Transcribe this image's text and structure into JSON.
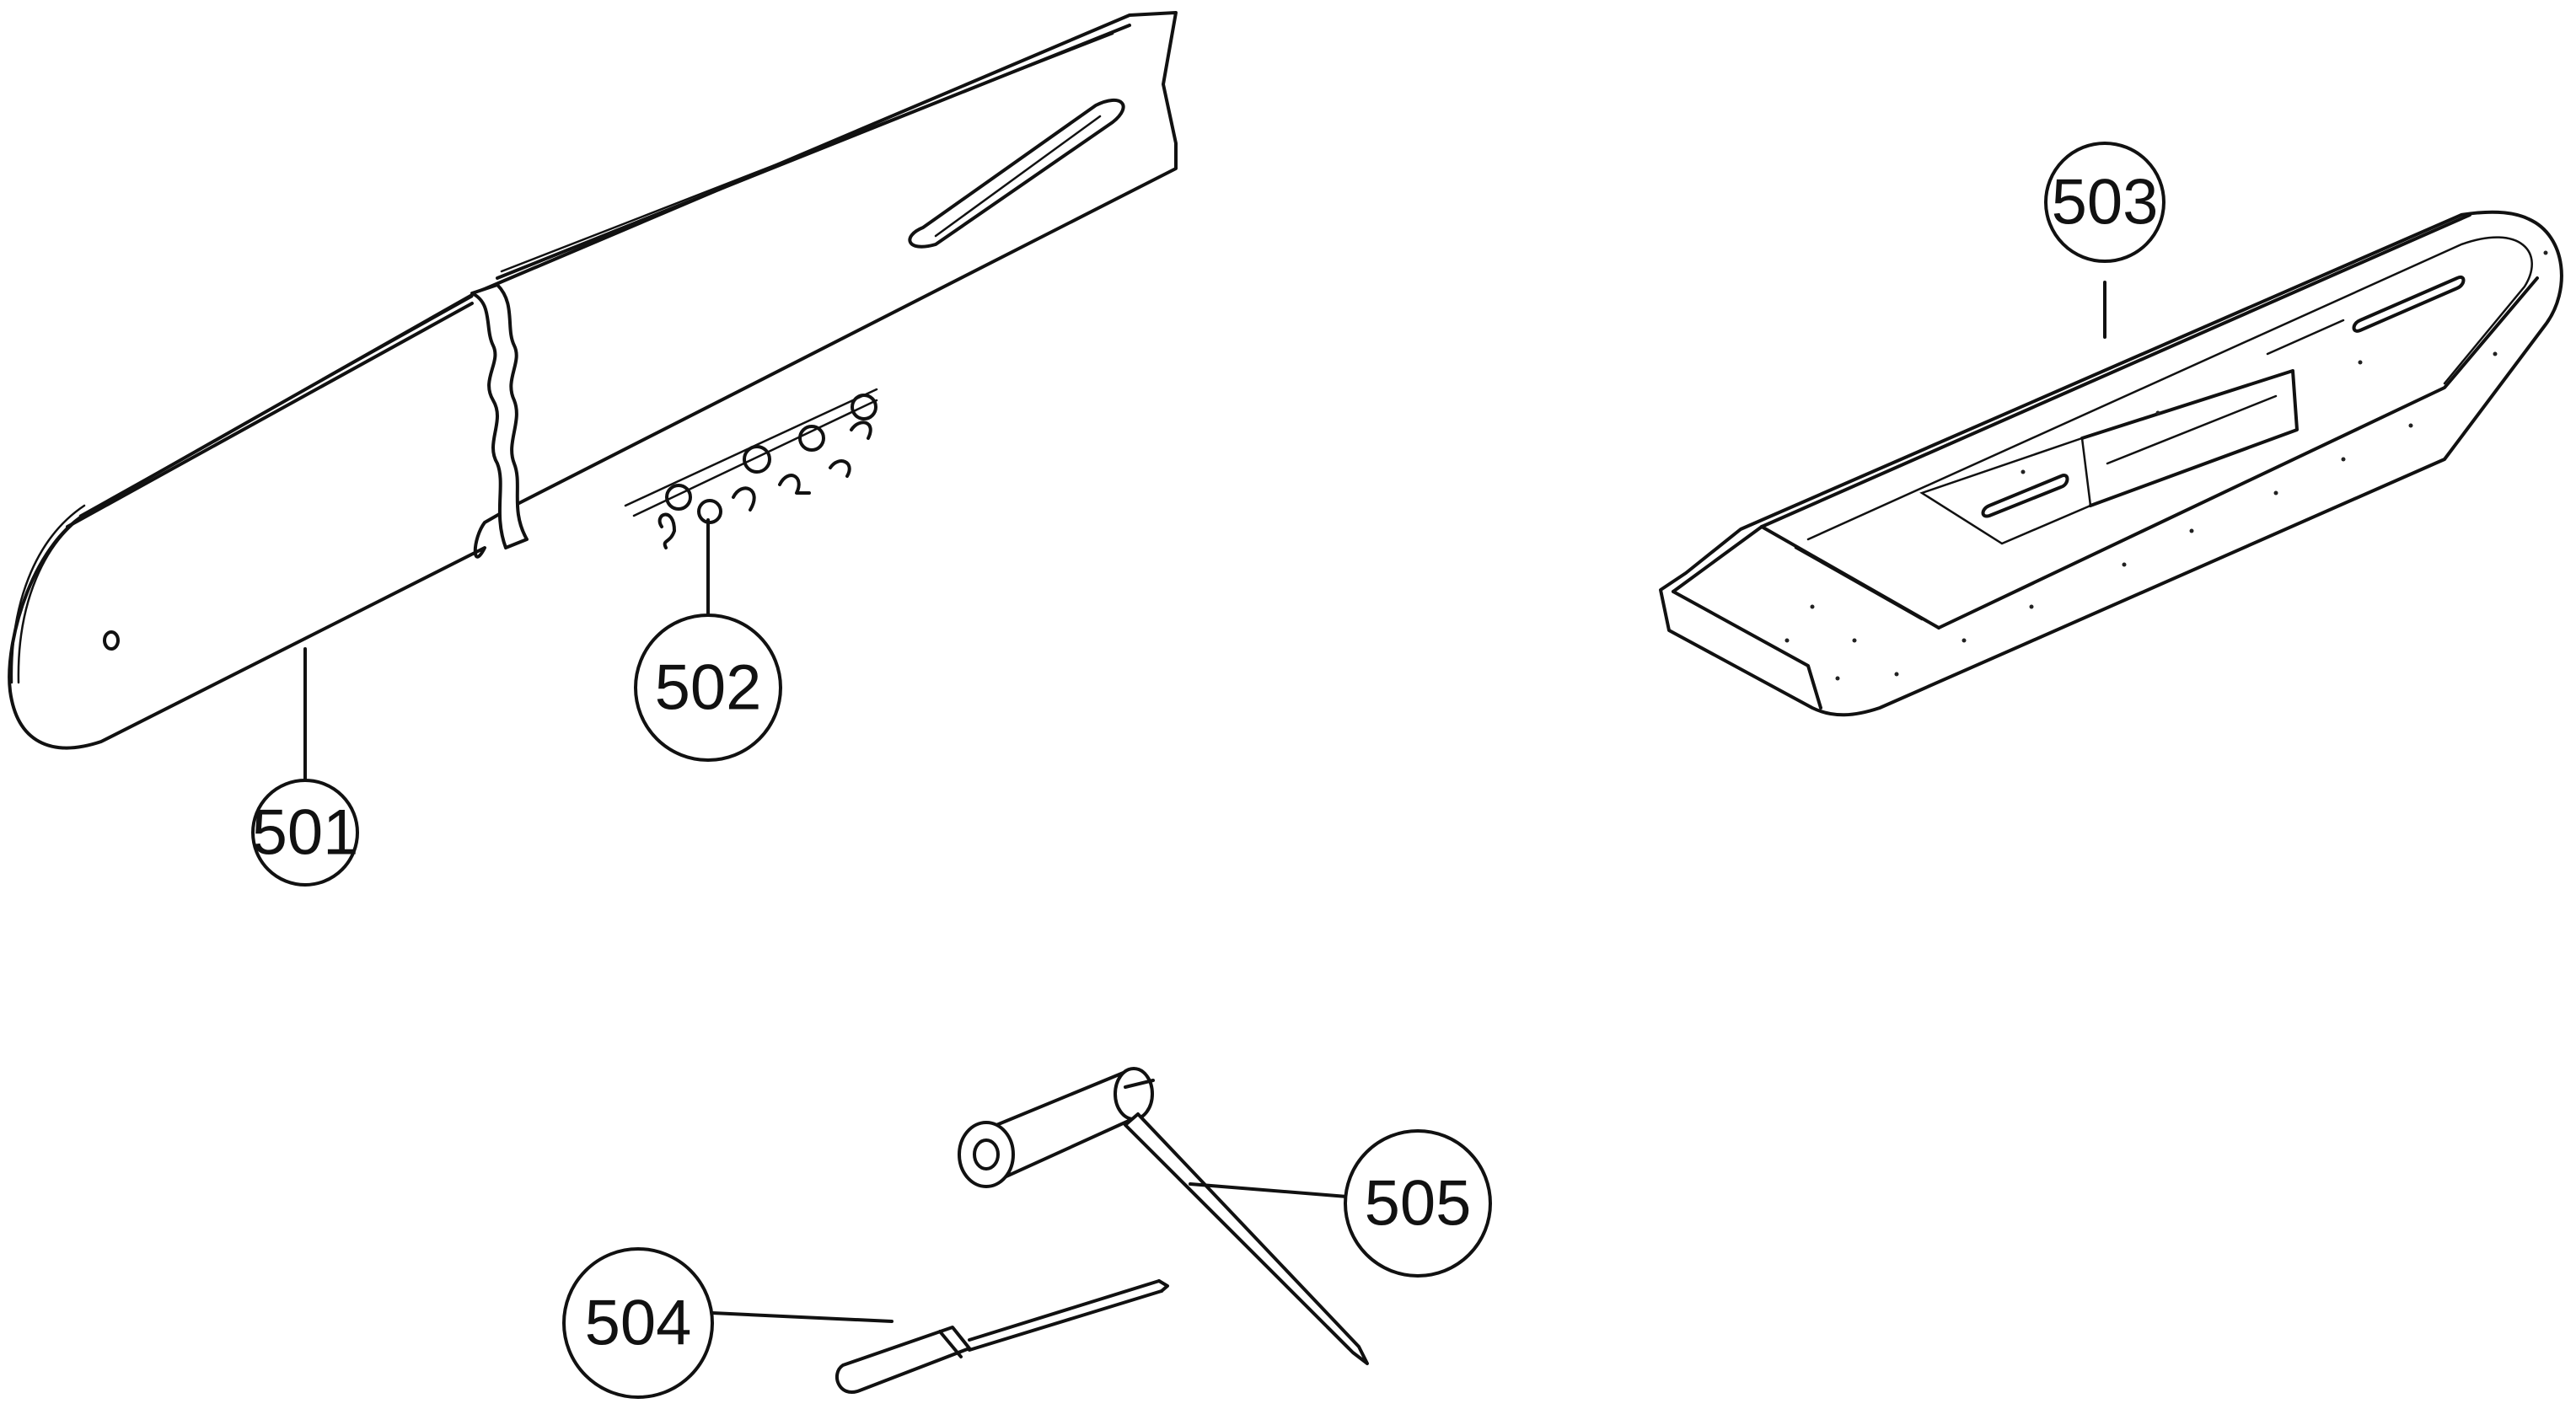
{
  "callouts": {
    "c501": "501",
    "c502": "502",
    "c503": "503",
    "c504": "504",
    "c505": "505"
  },
  "parts": {
    "guide_bar": "guide-bar",
    "saw_chain": "saw-chain",
    "bar_cover": "bar-cover",
    "screwdriver": "screwdriver",
    "combination_wrench": "combination-wrench"
  },
  "colors": {
    "ink": "#111111",
    "paper": "#ffffff"
  }
}
